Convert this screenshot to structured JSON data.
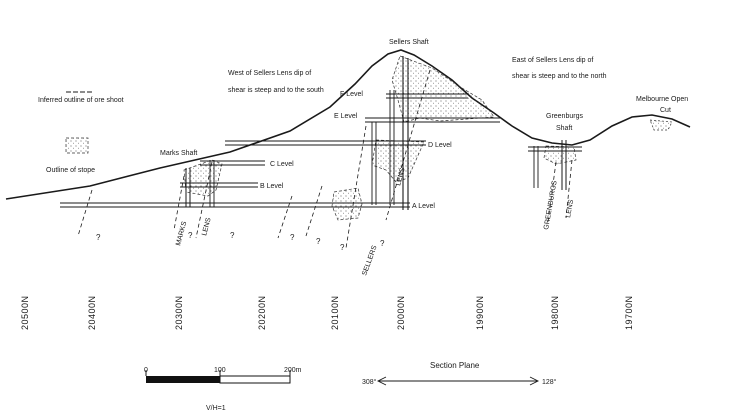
{
  "labels": {
    "sellers_shaft": "Sellers Shaft",
    "west_note": [
      "West of Sellers Lens dip of",
      "shear is steep and to the south"
    ],
    "east_note": [
      "East of Sellers Lens dip of",
      "shear is steep and to the north"
    ],
    "melbourne_cut": [
      "Melbourne Open",
      "Cut"
    ],
    "greenburgs_shaft": [
      "Greenburgs",
      "Shaft"
    ],
    "marks_shaft": "Marks Shaft",
    "inferred_outline": "Inferred outline of ore shoot",
    "outline_stope": "Outline of stope",
    "marks": "MARKS",
    "lens_marks": "LENS",
    "sellers": "SELLERS",
    "lens_sellers": "LENS",
    "greenburgs": "GREENBURGS",
    "lens_greenburgs": "LENS",
    "question": "?"
  },
  "levels": {
    "f": "F Level",
    "e": "E Level",
    "d": "D Level",
    "c": "C Level",
    "b": "B Level",
    "a": "A Level"
  },
  "northings": [
    "20500N",
    "20400N",
    "20300N",
    "20200N",
    "20100N",
    "20000N",
    "19900N",
    "19800N",
    "19700N"
  ],
  "scale": {
    "ticks": [
      "0",
      "100",
      "200m"
    ],
    "ratio": "V/H=1"
  },
  "section_plane": {
    "title": "Section Plane",
    "left": "308°",
    "right": "128°"
  }
}
